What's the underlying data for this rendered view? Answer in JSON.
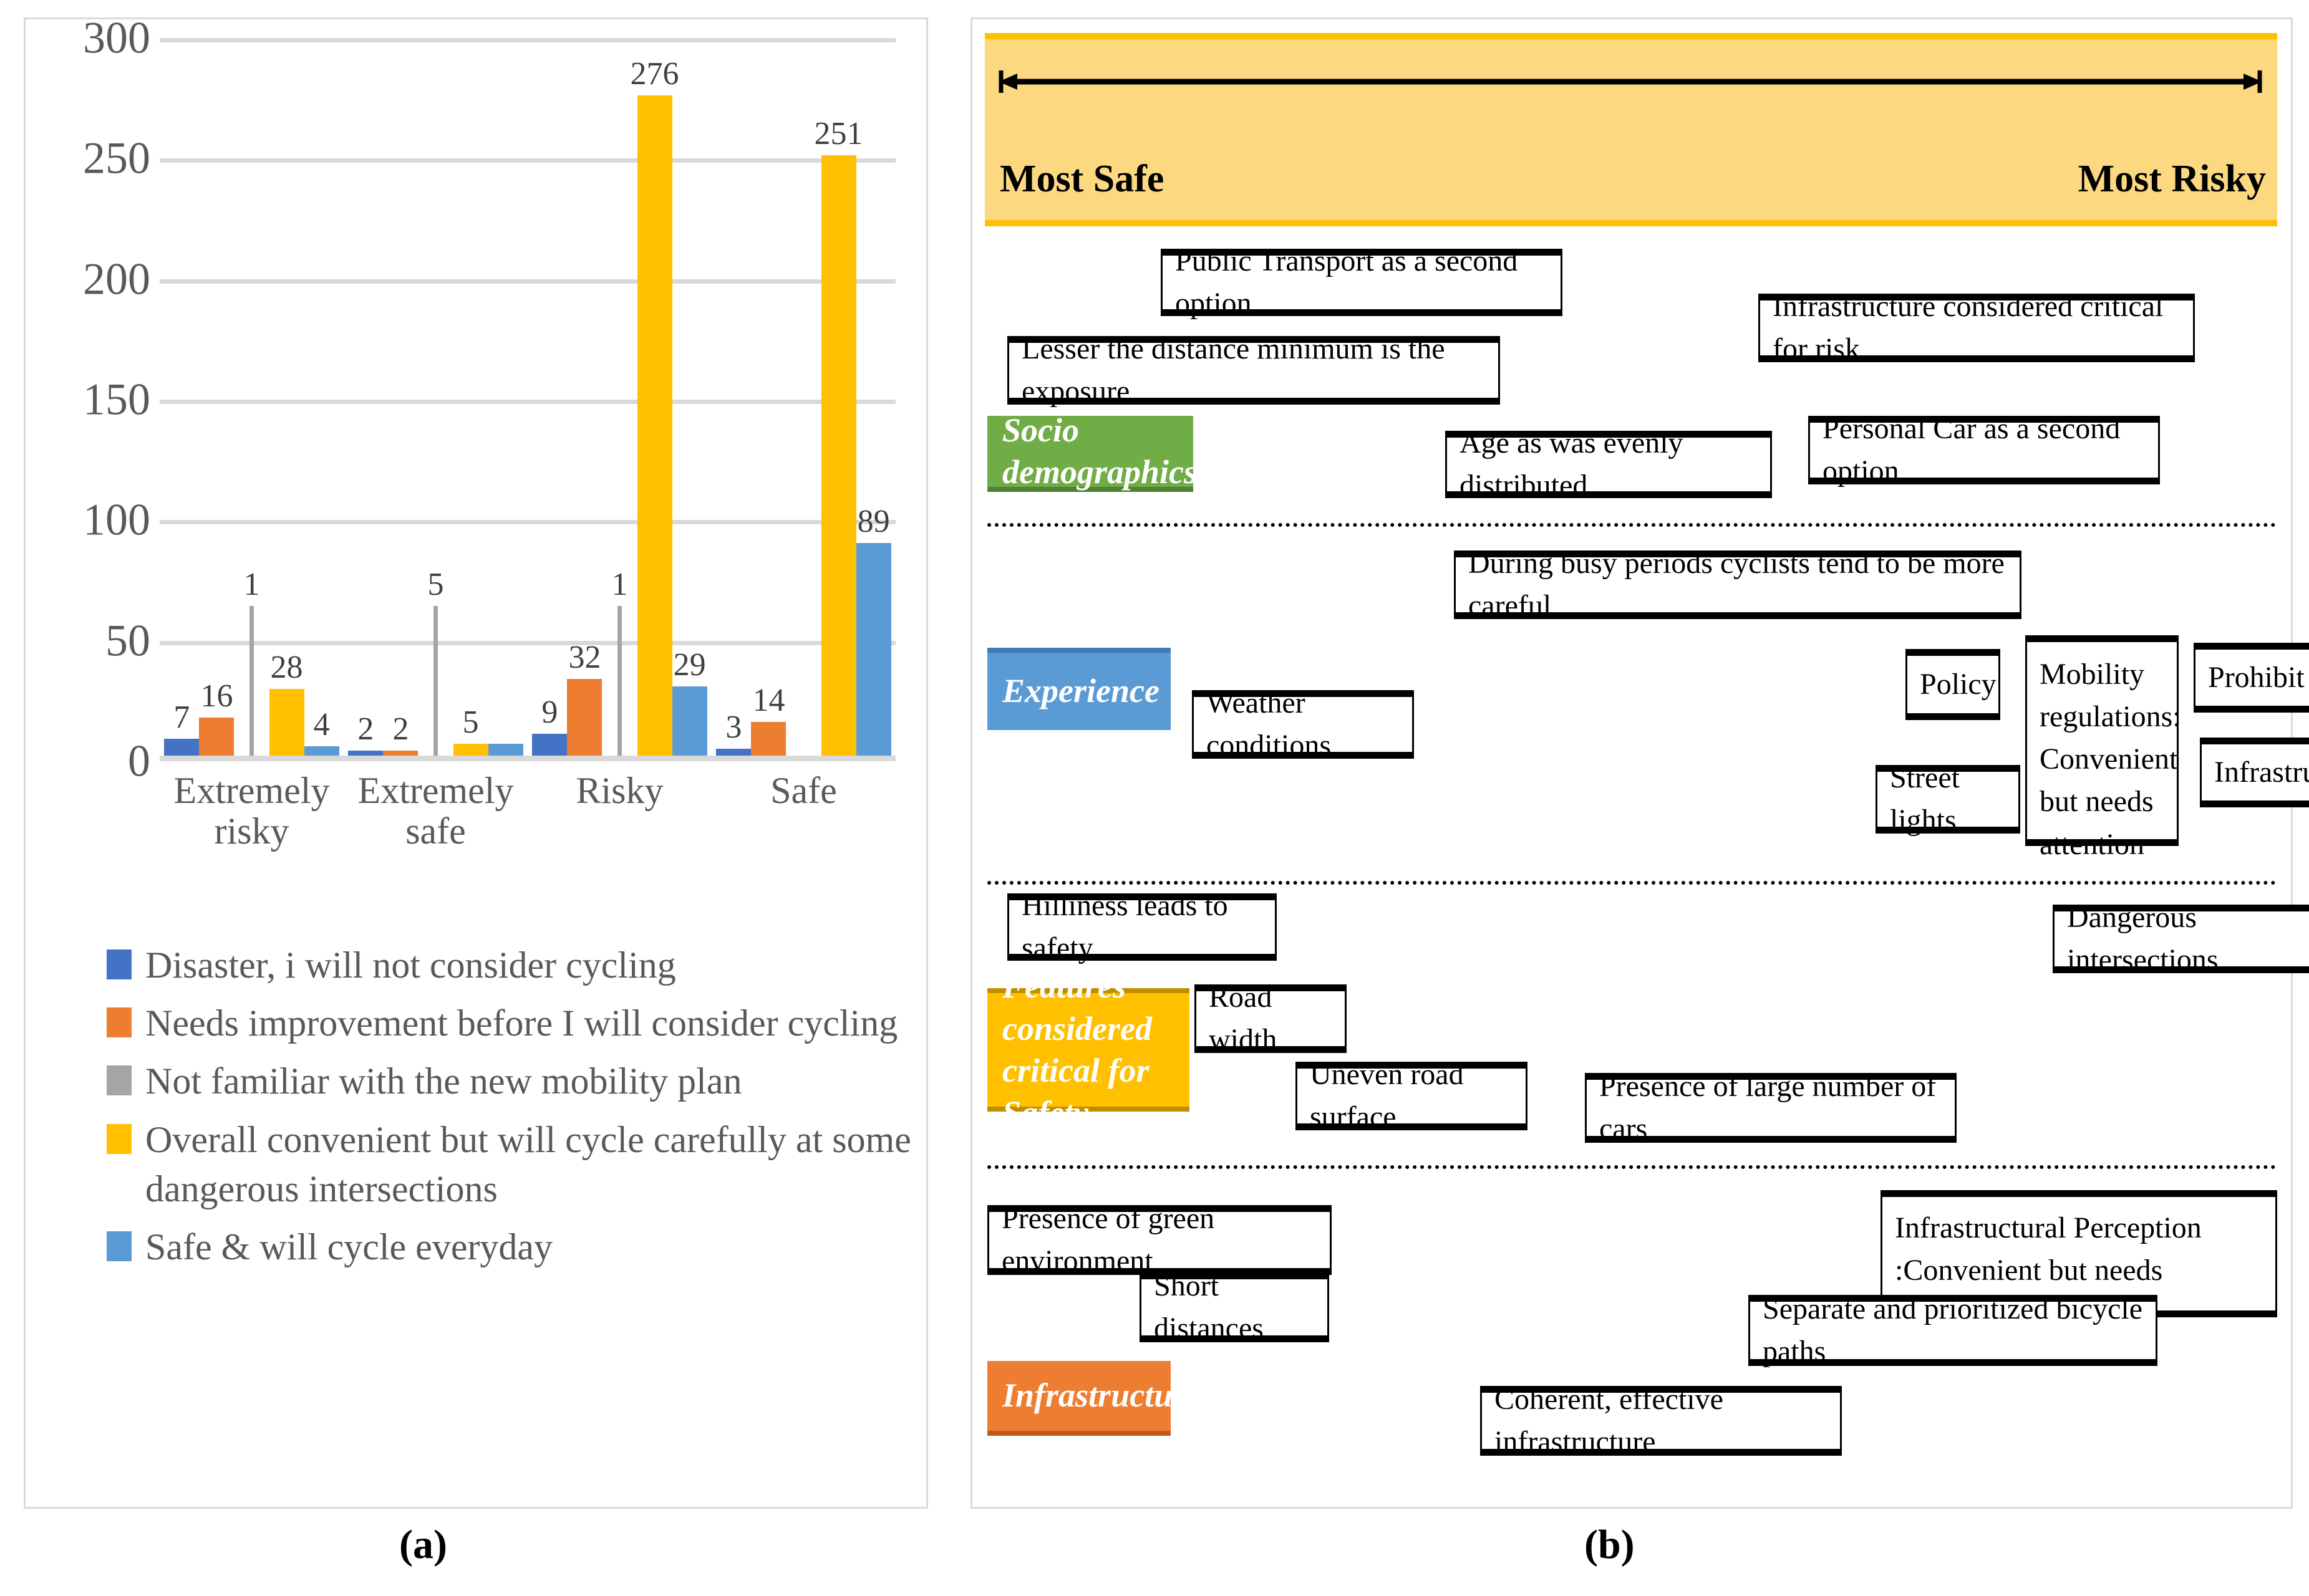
{
  "captions": {
    "a": "(a)",
    "b": "(b)"
  },
  "colors": {
    "series_blue": "#4472C4",
    "series_orange": "#ED7D31",
    "series_gray": "#A5A5A5",
    "series_yellow": "#FFC000",
    "series_lightblue": "#5B9BD5",
    "banner_fill": "#FCD880",
    "banner_border": "#FFC000",
    "cat_green": "#70AD47",
    "cat_blue": "#5B9BD5",
    "cat_yellow": "#FFC000",
    "cat_orange": "#ED7D31",
    "gridline": "#D9D9D9",
    "axis_text": "#595959"
  },
  "chart_data": {
    "type": "bar",
    "title": "",
    "xlabel": "",
    "ylabel": "",
    "ylim": [
      0,
      300
    ],
    "yticks": [
      "0",
      "50",
      "100",
      "150",
      "200",
      "250",
      "300"
    ],
    "grid": true,
    "legend_position": "below",
    "categories": [
      "Extremely risky",
      "Extremely safe",
      "Risky",
      "Safe"
    ],
    "category_lines": [
      [
        "Extremely",
        "risky"
      ],
      [
        "Extremely",
        "safe"
      ],
      [
        "Risky",
        ""
      ],
      [
        "Safe",
        ""
      ]
    ],
    "series": [
      {
        "name": "Disaster, i will not consider cycling",
        "color": "#4472C4",
        "values": [
          7,
          2,
          9,
          3
        ]
      },
      {
        "name": "Needs improvement before I will consider cycling",
        "color": "#ED7D31",
        "values": [
          16,
          2,
          32,
          14
        ]
      },
      {
        "name": "Not familiar with the new mobility plan",
        "color": "#A5A5A5",
        "values": [
          1,
          5,
          1,
          0
        ]
      },
      {
        "name": "Overall convenient but will cycle carefully at some dangerous intersections",
        "color": "#FFC000",
        "values": [
          28,
          5,
          276,
          251
        ]
      },
      {
        "name": "Safe &  will cycle everyday",
        "color": "#5B9BD5",
        "values": [
          4,
          5,
          29,
          89
        ]
      }
    ],
    "data_labels": [
      [
        "7",
        "16",
        "1",
        "28",
        "4"
      ],
      [
        "2",
        "2",
        "5",
        "5",
        ""
      ],
      [
        "9",
        "32",
        "1",
        "276",
        "29"
      ],
      [
        "3",
        "14",
        "",
        "251",
        "89"
      ]
    ]
  },
  "legend": {
    "items": [
      {
        "label": "Disaster, i will not consider cycling",
        "color": "#4472C4"
      },
      {
        "label": "Needs improvement before I will consider cycling",
        "color": "#ED7D31"
      },
      {
        "label": "Not familiar with the new mobility plan",
        "color": "#A5A5A5"
      },
      {
        "label": "Overall convenient but will cycle carefully at some dangerous intersections",
        "color": "#FFC000"
      },
      {
        "label": "Safe &  will cycle everyday",
        "color": "#5B9BD5"
      }
    ]
  },
  "diagram": {
    "banner": {
      "left_label": "Most Safe",
      "right_label": "Most Risky"
    },
    "categories": [
      {
        "id": "socio-demographics",
        "label": "Socio demographics",
        "color": "#70AD47"
      },
      {
        "id": "experience",
        "label": "Experience",
        "color": "#5B9BD5"
      },
      {
        "id": "features-critical-safety",
        "label": "Features considered critical for Safety",
        "color": "#FFC000"
      },
      {
        "id": "infrastructure",
        "label": "Infrastructure",
        "color": "#ED7D31"
      }
    ],
    "notes": [
      {
        "id": "n1",
        "text": "Public Transport as a second option"
      },
      {
        "id": "n2",
        "text": "Infrastructure considered critical for risk"
      },
      {
        "id": "n3",
        "text": "Lesser the distance minimum is the exposure"
      },
      {
        "id": "n4",
        "text": "Age as was evenly distributed"
      },
      {
        "id": "n5",
        "text": "Personal Car as a second option"
      },
      {
        "id": "n6",
        "text": "During busy periods cyclists tend to be more careful"
      },
      {
        "id": "n7",
        "text": "Policy"
      },
      {
        "id": "n8",
        "text": "Mobility regulations: Convenient but needs attention"
      },
      {
        "id": "n9",
        "text": "Prohibit motorized road users"
      },
      {
        "id": "n10",
        "text": "Weather conditions"
      },
      {
        "id": "n11",
        "text": "Street lights"
      },
      {
        "id": "n12",
        "text": "Infrastructure"
      },
      {
        "id": "n13",
        "text": "Hilliness leads to safety"
      },
      {
        "id": "n14",
        "text": "Dangerous intersections"
      },
      {
        "id": "n15",
        "text": "Road width"
      },
      {
        "id": "n16",
        "text": "Uneven road surface"
      },
      {
        "id": "n17",
        "text": "Presence of large number of cars"
      },
      {
        "id": "n18",
        "text": "Presence of green environment"
      },
      {
        "id": "n19",
        "text": "Infrastructural Perception :Convenient but needs improvement"
      },
      {
        "id": "n20",
        "text": "Short distances"
      },
      {
        "id": "n21",
        "text": "Separate and prioritized bicycle paths"
      },
      {
        "id": "n22",
        "text": "Coherent, effective infrastructure"
      }
    ]
  }
}
